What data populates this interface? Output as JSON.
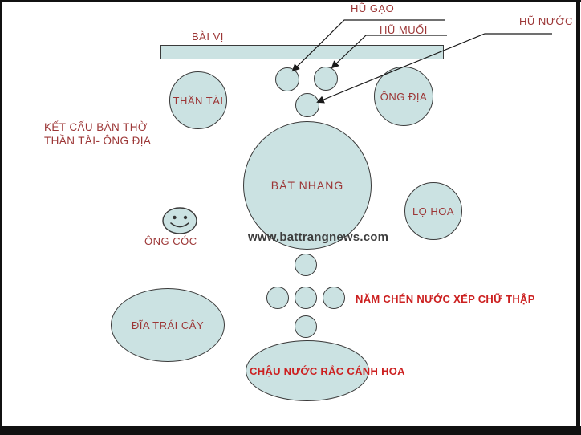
{
  "diagram": {
    "caption_line1": "KẾT CẤU BÀN THỜ",
    "caption_line2": "THẦN TÀI- ÔNG ĐỊA",
    "watermark": "www.battrangnews.com",
    "labels": {
      "bai_vi": "BÀI VỊ",
      "hu_gao": "HŨ GẠO",
      "hu_muoi": "HŨ MUỐI",
      "hu_nuoc": "HŨ NƯỚC",
      "than_tai": "THẦN TÀI",
      "ong_dia": "ÔNG ĐỊA",
      "bat_nhang": "BÁT NHANG",
      "lo_hoa": "LỌ HOA",
      "ong_coc": "ÔNG CÓC",
      "nam_chen": "NĂM CHÉN NƯỚC XẾP CHỮ THẬP",
      "dia_trai_cay": "ĐĨA TRÁI CÂY",
      "chau_nuoc": "CHẬU NƯỚC RẮC CÁNH HOA"
    },
    "colors": {
      "shape_fill": "#cbe2e2",
      "shape_border": "#3a3a3a",
      "label_maroon": "#9c3636",
      "label_red": "#cc2020",
      "line": "#1a1a1a"
    }
  }
}
